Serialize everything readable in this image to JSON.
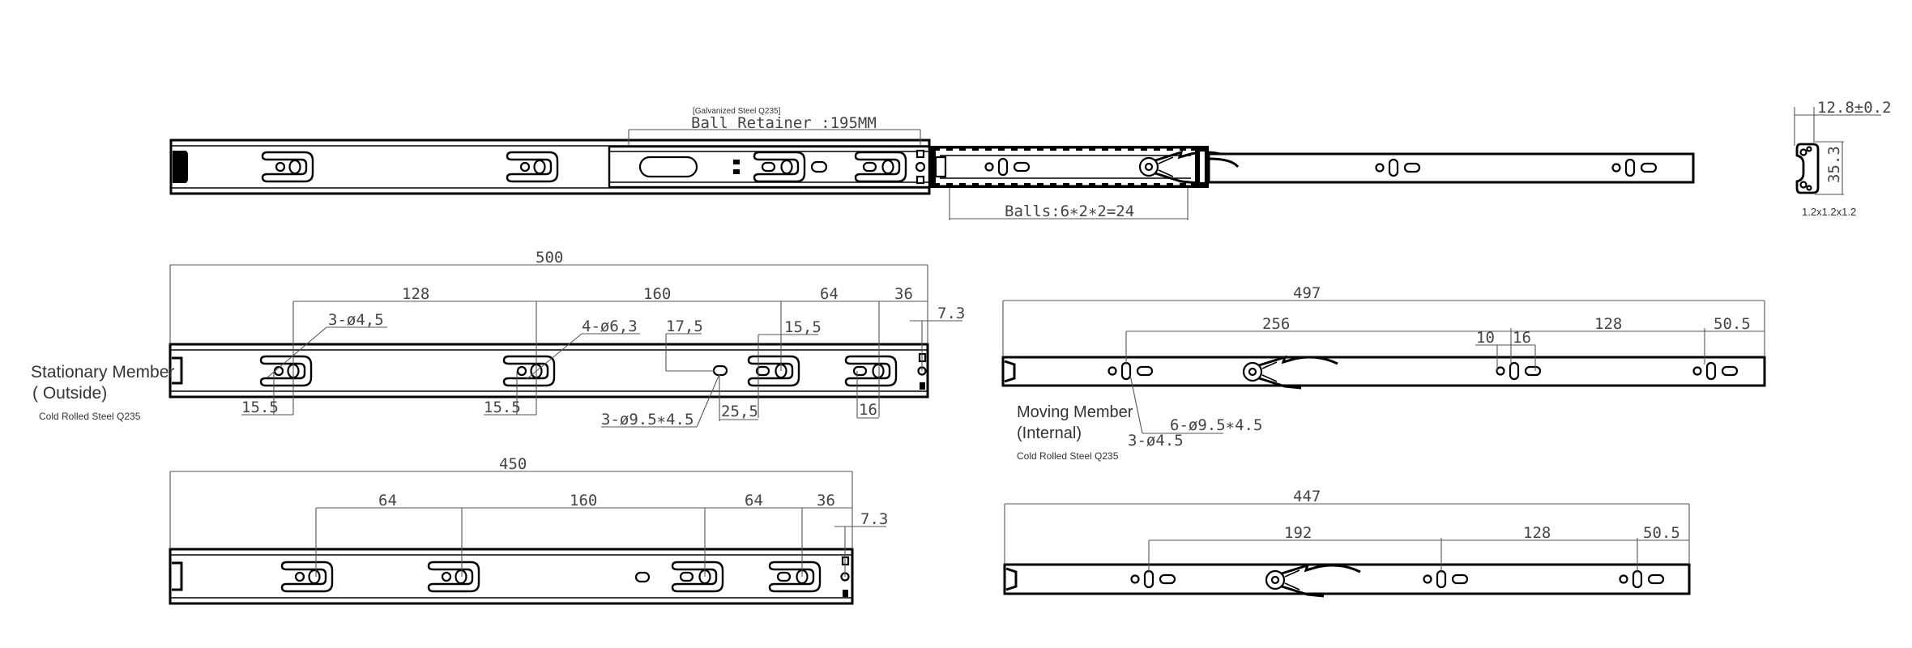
{
  "drawing": {
    "assembly": {
      "retainer_material": "[Galvanized Steel Q235]",
      "retainer_label": "Ball Retainer :195MM",
      "balls_label": "Balls:6∗2∗2=24"
    },
    "cross_section": {
      "width_dim": "12.8±0.2",
      "height_dim": "35.3",
      "thickness": "1.2x1.2x1.2"
    },
    "stationary_500": {
      "title_line1": "Stationary Member",
      "title_line2": "( Outside)",
      "material": "Cold Rolled Steel Q235",
      "overall": "500",
      "spacings": [
        "128",
        "160",
        "64",
        "36"
      ],
      "end_offset": "7.3",
      "callouts": {
        "small_holes": "3-ø4,5",
        "large_holes": "4-ø6,3",
        "slots": "3-ø9.5∗4.5",
        "d17_5": "17,5",
        "d15_5_top": "15,5",
        "d15_5_a": "15.5",
        "d15_5_b": "15.5",
        "d25_5": "25,5",
        "d16": "16"
      }
    },
    "moving_497": {
      "title_line1": "Moving Member",
      "title_line2": "(Internal)",
      "material": "Cold Rolled Steel Q235",
      "overall": "497",
      "spacings": [
        "256",
        "128",
        "50.5"
      ],
      "small_offsets": [
        "10",
        "16"
      ],
      "callouts": {
        "slots": "6-ø9.5∗4.5",
        "holes": "3-ø4.5"
      }
    },
    "stationary_450": {
      "overall": "450",
      "spacings": [
        "64",
        "160",
        "64",
        "36"
      ],
      "end_offset": "7.3"
    },
    "moving_447": {
      "overall": "447",
      "spacings": [
        "192",
        "128",
        "50.5"
      ]
    }
  }
}
